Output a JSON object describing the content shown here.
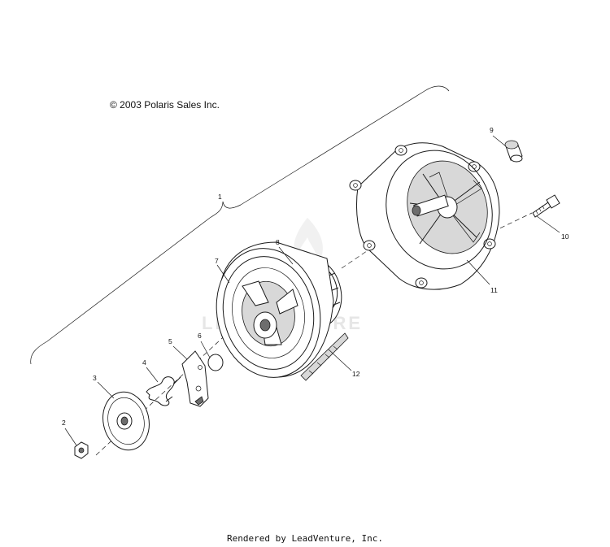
{
  "diagram": {
    "copyright": "© 2003 Polaris Sales Inc.",
    "footer": "Rendered by LeadVenture, Inc.",
    "watermark": "LEADVENTURE",
    "callouts": [
      "1",
      "2",
      "3",
      "4",
      "5",
      "6",
      "7",
      "8",
      "9",
      "10",
      "11",
      "12"
    ]
  }
}
